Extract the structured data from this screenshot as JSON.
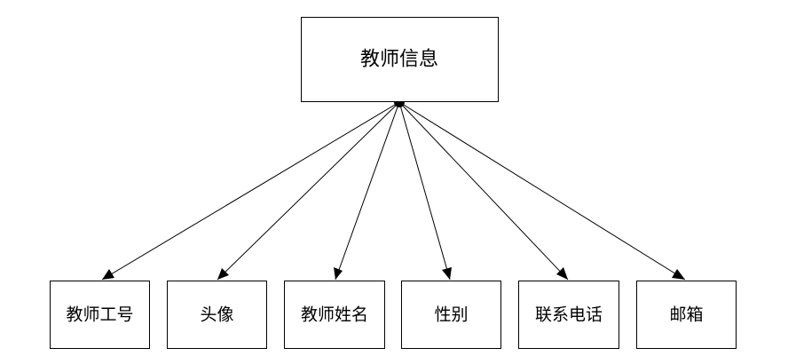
{
  "diagram": {
    "root": {
      "label": "教师信息"
    },
    "children": [
      {
        "label": "教师工号"
      },
      {
        "label": "头像"
      },
      {
        "label": "教师姓名"
      },
      {
        "label": "性别"
      },
      {
        "label": "联系电话"
      },
      {
        "label": "邮箱"
      }
    ],
    "colors": {
      "stroke": "#000000",
      "fill": "#ffffff",
      "text": "#000000"
    }
  }
}
